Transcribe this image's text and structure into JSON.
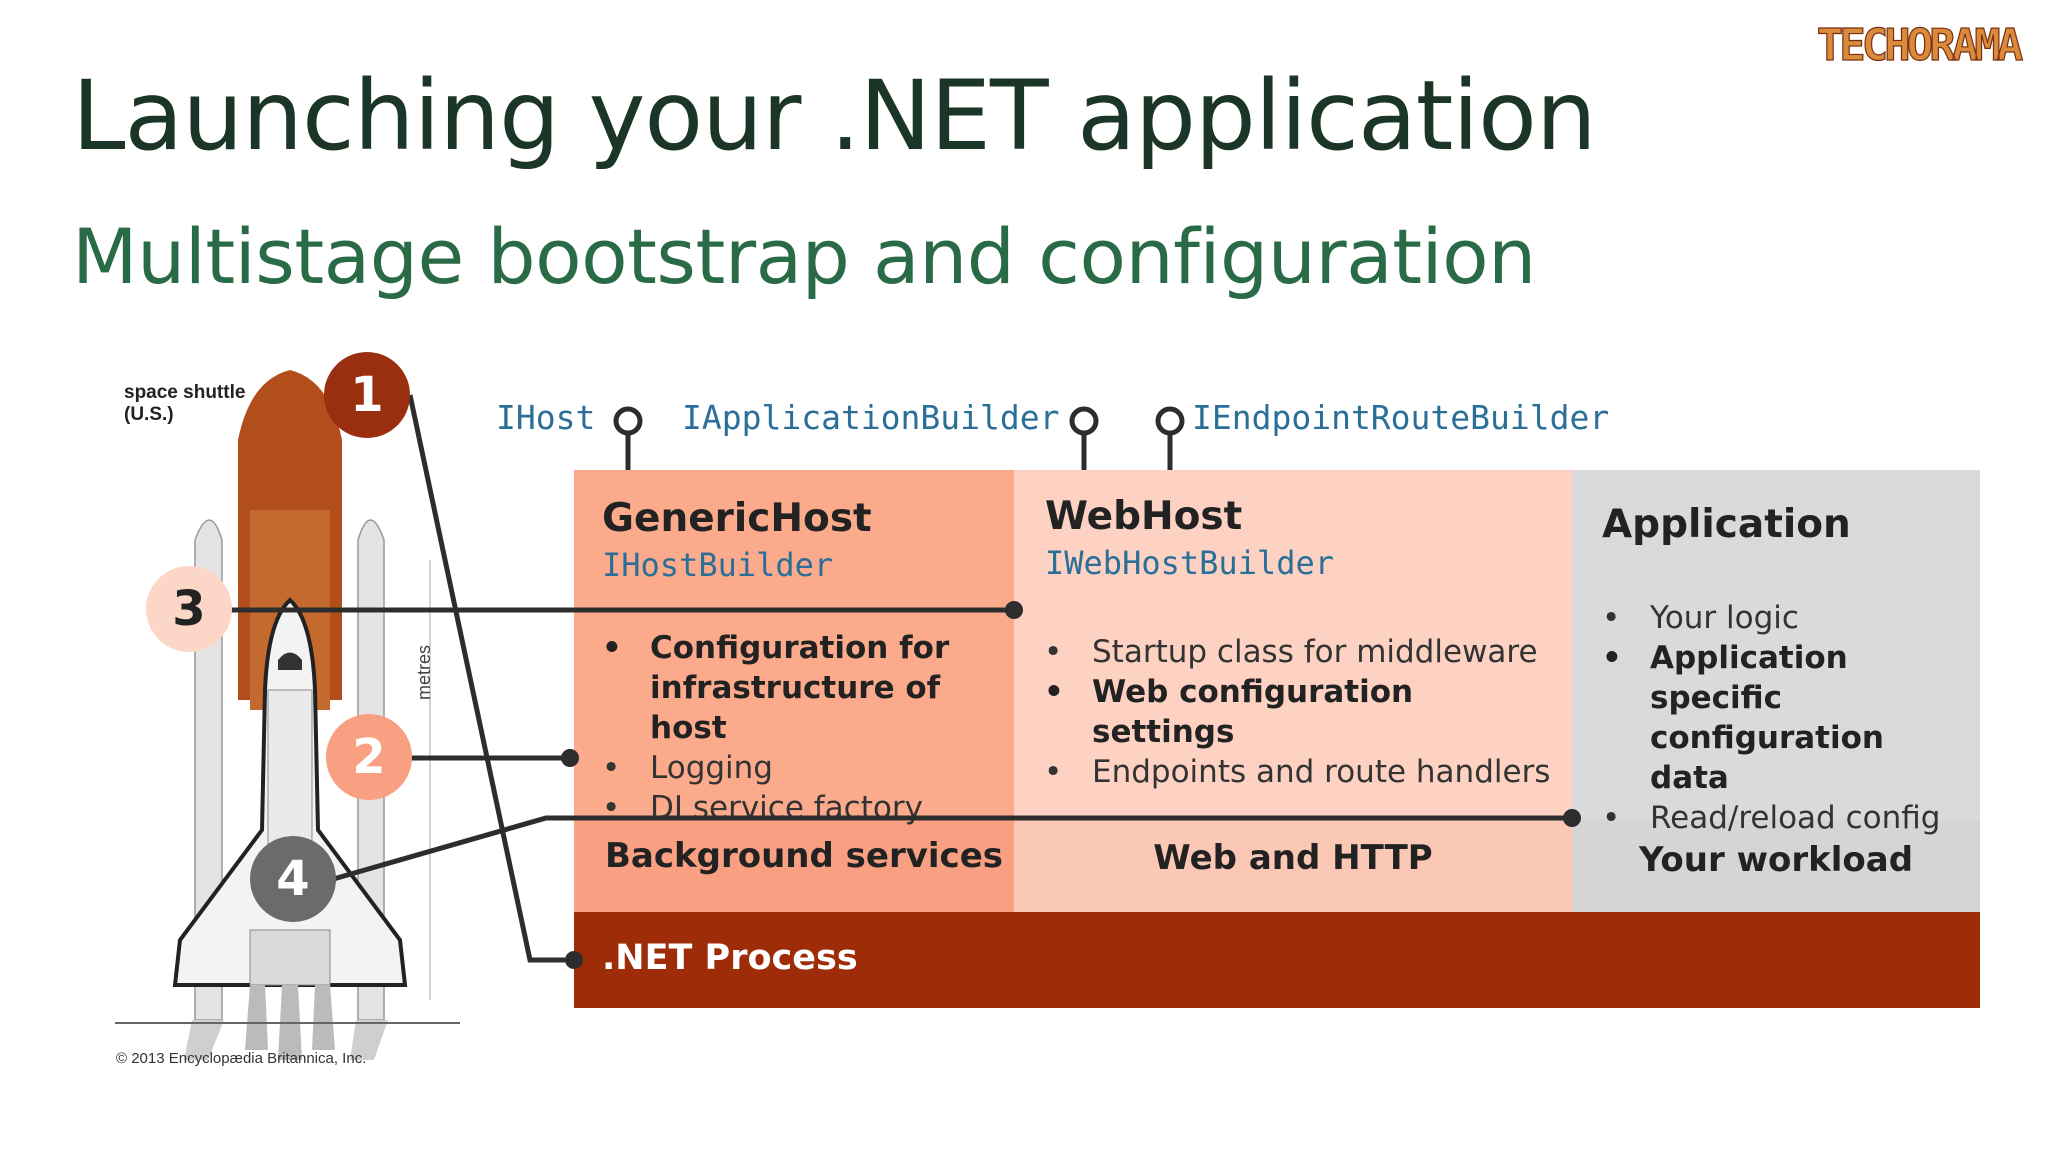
{
  "logo_text": "TECHORAMA",
  "title": "Launching your .NET application",
  "subtitle": "Multistage bootstrap and configuration",
  "interfaces": [
    "IHost",
    "IApplicationBuilder",
    "IEndpointRouteBuilder"
  ],
  "columns": [
    {
      "heading": "GenericHost",
      "builder": "IHostBuilder",
      "items": [
        {
          "text": "Configuration for infrastructure of host",
          "bold": true
        },
        {
          "text": "Logging",
          "bold": false
        },
        {
          "text": "DI service factory",
          "bold": false
        }
      ],
      "band": "Background services",
      "color": "#fbab8c",
      "band_color": "#f8a081"
    },
    {
      "heading": "WebHost",
      "builder": "IWebHostBuilder",
      "items": [
        {
          "text": "Startup class for middleware",
          "bold": false
        },
        {
          "text": "Web configuration settings",
          "bold": true
        },
        {
          "text": "Endpoints and route handlers",
          "bold": false
        }
      ],
      "band": "Web and HTTP",
      "color": "#fdd2c3",
      "band_color": "#fbc8b5"
    },
    {
      "heading": "Application",
      "builder": "",
      "items": [
        {
          "text": "Your logic",
          "bold": false
        },
        {
          "text": "Application specific configuration data",
          "bold": true
        },
        {
          "text": "Read/reload config",
          "bold": false
        }
      ],
      "band": "Your workload",
      "color": "#dadada",
      "band_color": "#d5d5d5"
    }
  ],
  "process_label": ".NET Process",
  "process_color": "#9e2c08",
  "markers": [
    {
      "num": "1",
      "bg": "#9a2f10",
      "fg": "#ffffff"
    },
    {
      "num": "3",
      "bg": "#fcd6c6",
      "fg": "#222222"
    },
    {
      "num": "2",
      "bg": "#f8a081",
      "fg": "#ffffff"
    },
    {
      "num": "4",
      "bg": "#6b6b6b",
      "fg": "#ffffff"
    }
  ],
  "shuttle": {
    "label_line1": "space shuttle",
    "label_line2": "(U.S.)",
    "axis": "metres",
    "copyright": "© 2013 Encyclopædia Britannica, Inc."
  }
}
